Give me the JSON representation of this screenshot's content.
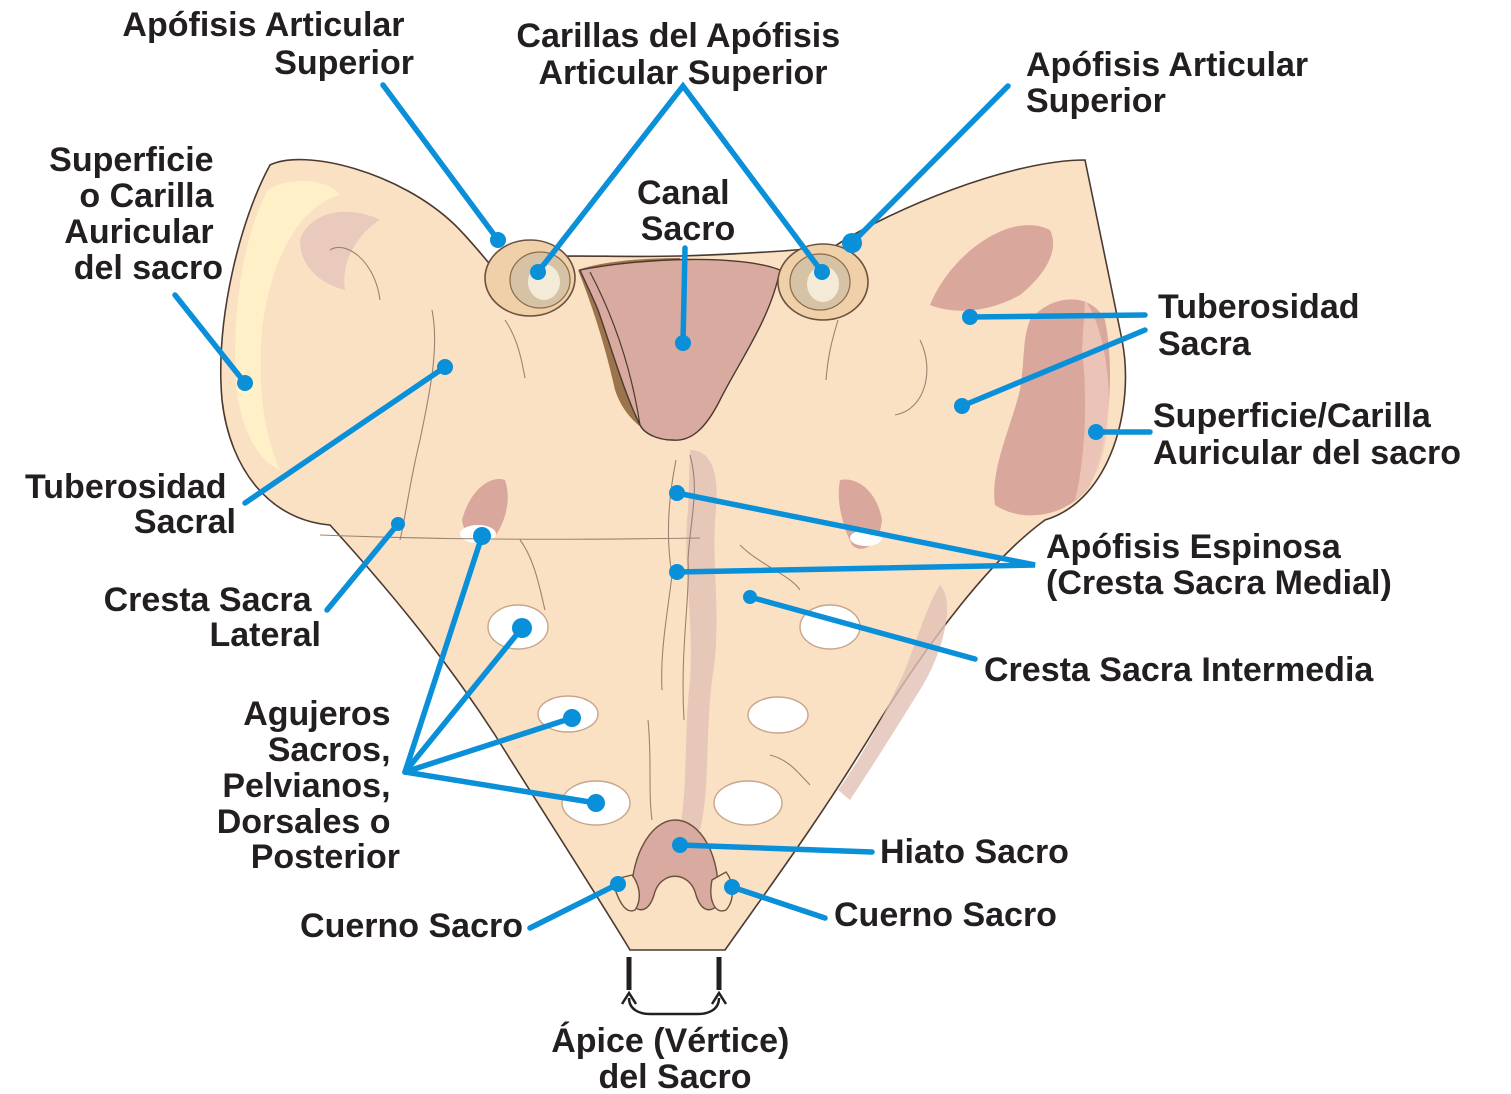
{
  "colors": {
    "leader": "#0a8fd9",
    "bone": "#fbe1c4",
    "canal": "#d8aaa0",
    "canal_shadow": "#9c744c",
    "text": "#231f20"
  },
  "labels": {
    "apofisis_articular_sup_left": [
      "Apófisis Articular",
      "Superior"
    ],
    "carillas_apofisis": [
      "Carillas del Apófisis",
      "Articular Superior"
    ],
    "apofisis_articular_sup_right": [
      "Apófisis Articular",
      "Superior"
    ],
    "superficie_left": [
      "Superficie",
      "o Carilla",
      "Auricular",
      "del sacro"
    ],
    "canal_sacro": [
      "Canal",
      "Sacro"
    ],
    "tuberosidad_sacra_right": [
      "Tuberosidad",
      "Sacra"
    ],
    "superficie_right": [
      "Superficie/Carilla",
      "Auricular del sacro"
    ],
    "tuberosidad_sacral_left": [
      "Tuberosidad",
      "Sacral"
    ],
    "apofisis_espinosa": [
      "Apófisis Espinosa",
      "(Cresta Sacra Medial)"
    ],
    "cresta_sacra_lateral": [
      "Cresta Sacra",
      "Lateral"
    ],
    "cresta_sacra_intermedia": [
      "Cresta Sacra Intermedia"
    ],
    "agujeros_sacros": [
      "Agujeros",
      "Sacros,",
      "Pelvianos,",
      "Dorsales o",
      "Posterior"
    ],
    "hiato_sacro": [
      "Hiato Sacro"
    ],
    "cuerno_sacro_left": [
      "Cuerno Sacro"
    ],
    "cuerno_sacro_right": [
      "Cuerno Sacro"
    ],
    "apice": [
      "Ápice (Vértice)",
      "del Sacro"
    ]
  }
}
